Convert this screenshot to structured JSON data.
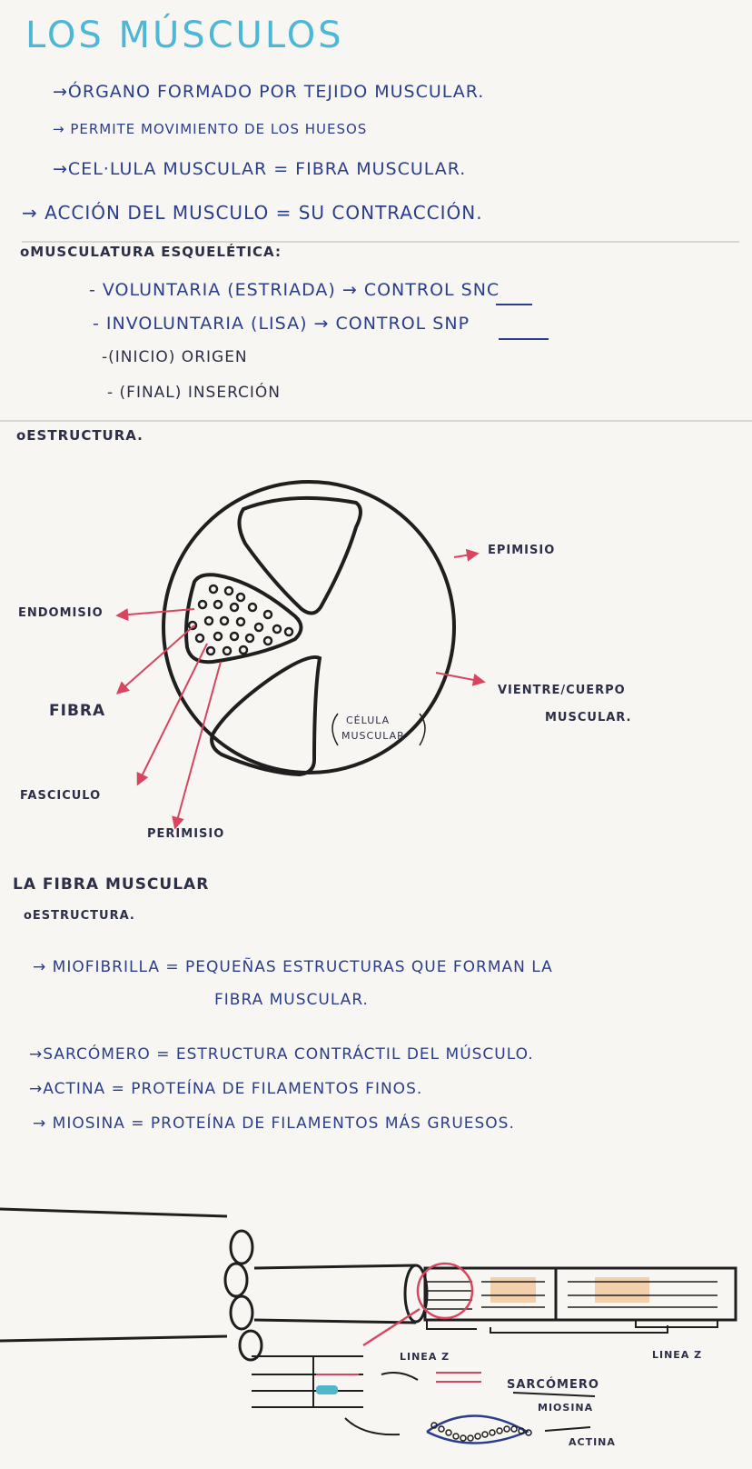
{
  "title": "LOS MÚSCULOS",
  "intro": [
    "→ÓRGANO FORMADO POR TEJIDO MUSCULAR.",
    "→ PERMITE MOVIMIENTO DE LOS HUESOS",
    "→CEL·LULA MUSCULAR = FIBRA MUSCULAR.",
    "→ ACCIÓN DEL MUSCULO = SU CONTRACCIÓN."
  ],
  "musculatura": {
    "heading": "oMUSCULATURA ESQUELÉTICA:",
    "items": [
      "- VOLUNTARIA (ESTRIADA) → CONTROL SNC",
      "- INVOLUNTARIA (LISA) → CONTROL SNP",
      "-(INICIO) ORIGEN",
      "- (FINAL) INSERCIÓN"
    ]
  },
  "estructura": {
    "heading": "oESTRUCTURA.",
    "labels": {
      "epimisio": "EPIMISIO",
      "endomisio": "ENDOMISIO",
      "fibra": "FIBRA",
      "fasciculo": "FASCICULO",
      "perimisio": "PERIMISIO",
      "vientre_1": "VIENTRE/CUERPO",
      "vientre_2": "MUSCULAR.",
      "celula_1": "CÉLULA",
      "celula_2": "MUSCULAR"
    }
  },
  "fibra_muscular": {
    "heading": "LA FIBRA MUSCULAR",
    "subheading": "oESTRUCTURA.",
    "items": [
      "→ MIOFIBRILLA = PEQUEÑAS ESTRUCTURAS QUE FORMAN LA",
      "FIBRA MUSCULAR.",
      "→SARCÓMERO = ESTRUCTURA CONTRÁCTIL DEL MÚSCULO.",
      "→ACTINA = PROTEÍNA DE FILAMENTOS FINOS.",
      "→ MIOSINA = PROTEÍNA DE FILAMENTOS MÁS GRUESOS."
    ]
  },
  "diagram2": {
    "linea_z_1": "LINEA Z",
    "linea_z_2": "LINEA Z",
    "sarcomero": "SARCÓMERO",
    "miosina": "MIOSINA",
    "actina": "ACTINA"
  },
  "colors": {
    "accent": "#4cb7d6",
    "ink": "#2b3e8c",
    "red": "#d9455f"
  }
}
